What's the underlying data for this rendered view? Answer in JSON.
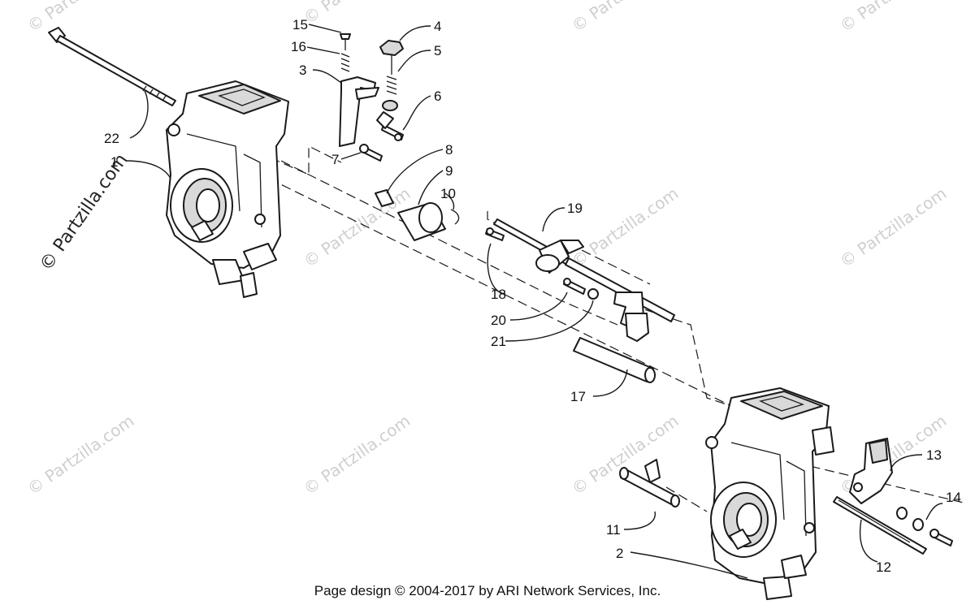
{
  "watermark": "© Partzilla.com",
  "callouts": [
    "1",
    "2",
    "3",
    "4",
    "5",
    "6",
    "7",
    "8",
    "9",
    "10",
    "11",
    "12",
    "13",
    "14",
    "15",
    "16",
    "17",
    "18",
    "19",
    "20",
    "21",
    "22"
  ],
  "footer": "Page design © 2004-2017 by ARI Network Services, Inc."
}
